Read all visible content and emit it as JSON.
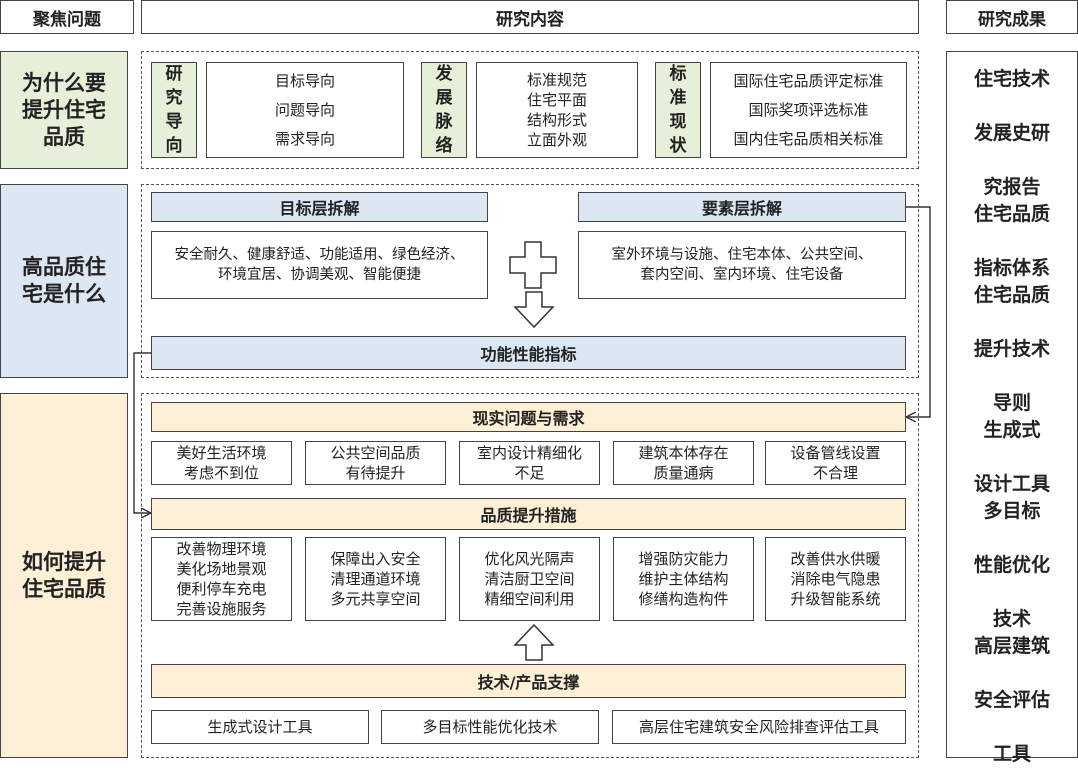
{
  "headers": {
    "left": "聚焦问题",
    "center": "研究内容",
    "right": "研究成果"
  },
  "questions": {
    "q1": "为什么要提升住宅品质",
    "q2": "高品质住宅是什么",
    "q3": "如何提升住宅品质"
  },
  "section1": {
    "group1": {
      "label": "研究导向",
      "items": [
        "目标导向",
        "问题导向",
        "需求导向"
      ]
    },
    "group2": {
      "label": "发展脉络",
      "items": [
        "标准规范",
        "住宅平面",
        "结构形式",
        "立面外观"
      ]
    },
    "group3": {
      "label": "标准现状",
      "items": [
        "国际住宅品质评定标准",
        "国际奖项评选标准",
        "国内住宅品质相关标准"
      ]
    }
  },
  "section2": {
    "goal_title": "目标层拆解",
    "goal_text": [
      "安全耐久、健康舒适、功能适用、绿色经济、",
      "环境宜居、协调美观、智能便捷"
    ],
    "element_title": "要素层拆解",
    "element_text": [
      "室外环境与设施、住宅本体、公共空间、",
      "套内空间、室内环境、住宅设备"
    ],
    "indicator_title": "功能性能指标"
  },
  "section3": {
    "problems_title": "现实问题与需求",
    "problems": [
      [
        "美好生活环境",
        "考虑不到位"
      ],
      [
        "公共空间品质",
        "有待提升"
      ],
      [
        "室内设计精细化",
        "不足"
      ],
      [
        "建筑本体存在",
        "质量通病"
      ],
      [
        "设备管线设置",
        "不合理"
      ]
    ],
    "measures_title": "品质提升措施",
    "measures": [
      [
        "改善物理环境",
        "美化场地景观",
        "便利停车充电",
        "完善设施服务"
      ],
      [
        "保障出入安全",
        "清理通道环境",
        "多元共享空间"
      ],
      [
        "优化风光隔声",
        "清洁厨卫空间",
        "精细空间利用"
      ],
      [
        "增强防灾能力",
        "维护主体结构",
        "修缮构造构件"
      ],
      [
        "改善供水供暖",
        "消除电气隐患",
        "升级智能系统"
      ]
    ],
    "support_title": "技术/产品支撑",
    "tools": [
      "生成式设计工具",
      "多目标性能优化技术",
      "高层住宅建筑安全风险排查评估工具"
    ]
  },
  "results": [
    [
      "住宅技术",
      "发展史研",
      "究报告"
    ],
    [
      "住宅品质",
      "指标体系"
    ],
    [
      "住宅品质",
      "提升技术",
      "导则"
    ],
    [
      "生成式",
      "设计工具"
    ],
    [
      "多目标",
      "性能优化",
      "技术"
    ],
    [
      "高层建筑",
      "安全评估",
      "工具"
    ]
  ],
  "colors": {
    "green": "#e6f0d9",
    "blue": "#dce7f3",
    "yellow": "#fdf0d6",
    "border": "#444444"
  }
}
